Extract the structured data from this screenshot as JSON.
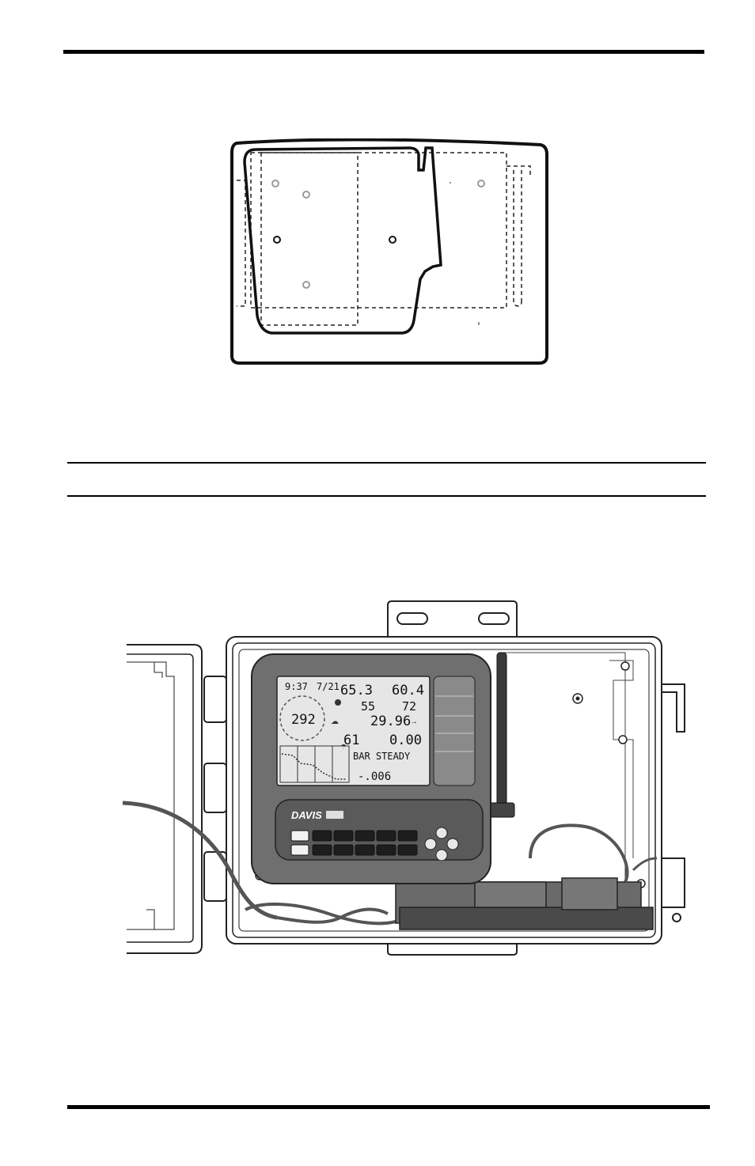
{
  "console_display": {
    "time": "9:37",
    "date": "7/21",
    "temp_out": "65.3",
    "temp_in": "60.4",
    "humidity_out": "55",
    "humidity_in": "72",
    "wind_speed": "292",
    "barometer": "29.96",
    "dew_point": "61",
    "rain": "0.00",
    "forecast_text": "BAR STEADY",
    "trend_value": "-.006"
  },
  "console_brand": "DAVIS",
  "colors": {
    "console_body": "#6f6f6f",
    "keypad_panel": "#5a5a5a",
    "lcd_bg": "#e6e6e6",
    "key_dark": "#1d1d1d"
  }
}
